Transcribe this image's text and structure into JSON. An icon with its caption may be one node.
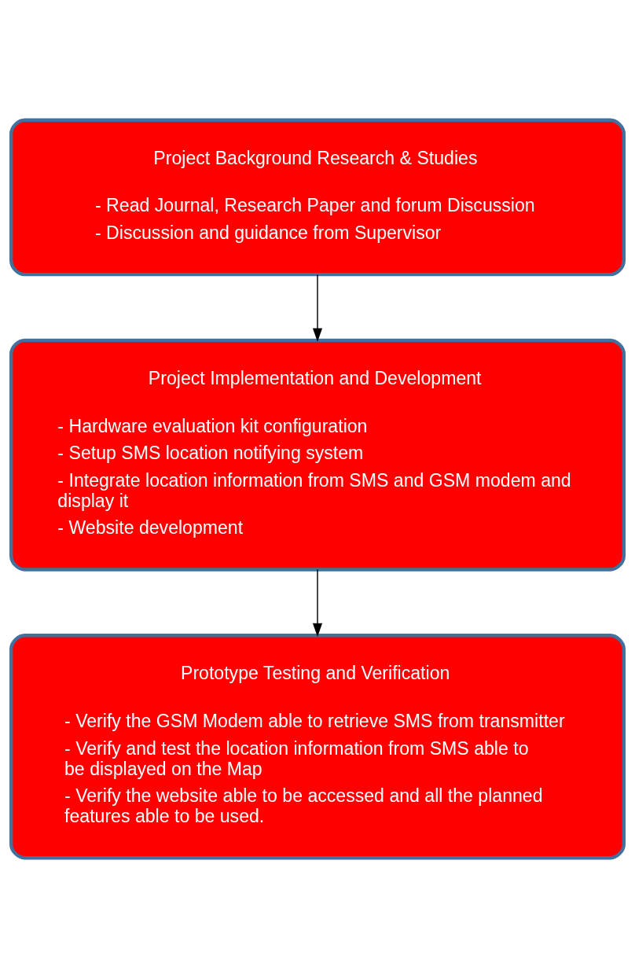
{
  "diagram": {
    "nodes": [
      {
        "text": [
          "Project Background Research & Studies",
          "- Read Journal, Research Paper and forum Discussion",
          "- Discussion and guidance from Supervisor"
        ]
      },
      {
        "text": [
          "Project Implementation and Development",
          "- Hardware evaluation kit configuration",
          "- Setup SMS location notifying system",
          "- Integrate location information from SMS and GSM modem and display it",
          "- Website development"
        ]
      },
      {
        "text": [
          "Prototype Testing and Verification",
          "- Verify the GSM Modem able to retrieve SMS from transmitter",
          "- Verify and test the location information from SMS able to be displayed on the Map",
          "- Verify the website able to be accessed and all the planned features able to be used."
        ]
      }
    ],
    "edges": [
      {
        "from": 0,
        "to": 1,
        "arrow": "to"
      },
      {
        "from": 1,
        "to": 2,
        "arrow": "to"
      }
    ]
  }
}
